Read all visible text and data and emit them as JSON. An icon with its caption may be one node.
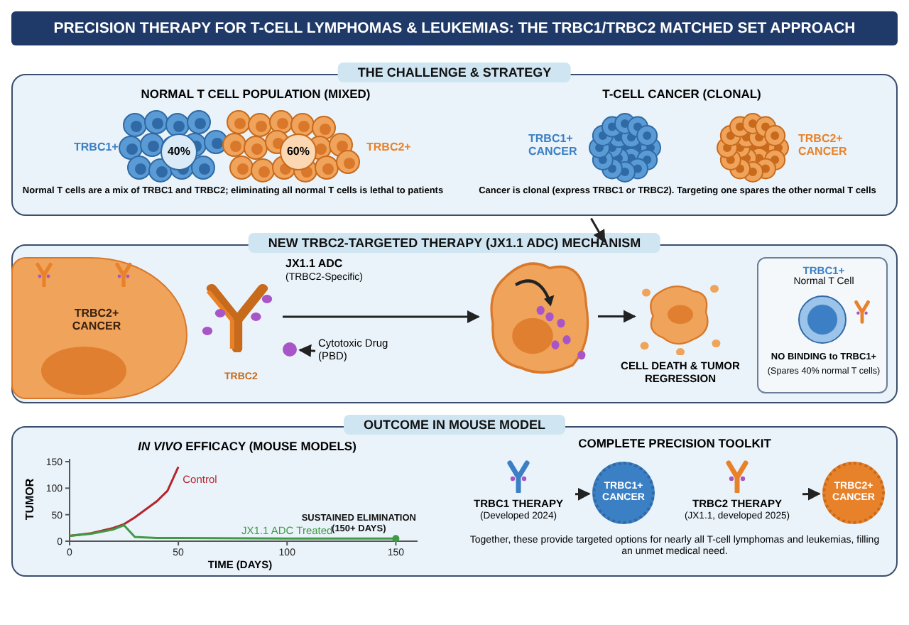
{
  "diagram": {
    "title": "PRECISION THERAPY FOR T-CELL LYMPHOMAS & LEUKEMIAS: THE TRBC1/TRBC2 MATCHED SET APPROACH",
    "nodes": [
      {
        "text": [
          "THE CHALLENGE & STRATEGY"
        ]
      },
      {
        "text": [
          "40%"
        ],
        "in": 0
      },
      {
        "text": [
          "60%"
        ],
        "in": 0
      },
      {
        "text": [
          "NEW TRBC2-TARGETED THERAPY (JX1.1 ADC) MECHANISM"
        ]
      },
      {
        "text": [
          "TRBC2+ CANCER"
        ],
        "in": 3
      },
      {
        "text": [],
        "shape": "picture",
        "in": 3,
        "beside": [
          "JX1.1 ADC",
          "(TRBC2-Specific)"
        ]
      },
      {
        "text": [
          "Cytotoxic Drug (PBD)"
        ],
        "in": 3
      },
      {
        "text": [],
        "shape": "circle",
        "in": 3
      },
      {
        "text": [],
        "shape": "picture",
        "in": 3
      },
      {
        "text": [],
        "shape": "picture",
        "in": 3,
        "beside": [
          "CELL DEATH & TUMOR REGRESSION"
        ]
      },
      {
        "text": [
          "TRBC1+",
          "Normal T Cell",
          "NO BINDING to TRBC1+",
          "(Spares 40% normal T cells)"
        ],
        "in": 3
      },
      {
        "text": [],
        "shape": "circle",
        "in": 10
      },
      {
        "text": [
          "OUTCOME IN MOUSE MODEL"
        ]
      },
      {
        "text": [
          "TRBC1 THERAPY",
          "(Developed 2024)"
        ],
        "in": 12
      },
      {
        "text": [
          "TRBC1+ CANCER"
        ],
        "in": 12
      },
      {
        "text": [
          "TRBC2 THERAPY",
          "(JX1.1, developed 2025)"
        ],
        "in": 12
      },
      {
        "text": [
          "TRBC2+ CANCER"
        ],
        "in": 12
      }
    ],
    "edges": [
      {
        "from": 0,
        "to": 3,
        "arrow": "to"
      },
      {
        "from": 6,
        "to": 7,
        "arrow": "to"
      },
      {
        "from": 5,
        "to": 8,
        "arrow": "to"
      },
      {
        "from": 8,
        "to": 9,
        "arrow": "to"
      },
      {
        "from": 13,
        "to": 14,
        "arrow": "to"
      },
      {
        "from": 15,
        "to": 16,
        "arrow": "to"
      }
    ],
    "labels": [
      "NORMAL T CELL POPULATION (MIXED)",
      "TRBC1+",
      "TRBC2+",
      "Normal T cells are a mix of TRBC1 and TRBC2; eliminating all normal T cells is lethal to patients",
      "T-CELL CANCER (CLONAL)",
      "TRBC1+ CANCER",
      "TRBC2+ CANCER",
      "Cancer is clonal (express TRBC1 or TRBC2). Targeting one spares the other normal T cells",
      "TRBC2",
      "COMPLETE PRECISION TOOLKIT",
      "Together, these provide targeted options for nearly all T-cell lymphomas and leukemias, filling an unmet medical need."
    ],
    "chart_data": {
      "type": "line",
      "title": "*IN VIVO* EFFICACY (MOUSE MODELS)",
      "xlabel": "TIME (DAYS)",
      "ylabel": "TUMOR",
      "x": [
        0,
        10,
        20,
        25,
        30,
        40,
        45,
        50,
        100,
        150
      ],
      "series": [
        {
          "name": "Control",
          "color": "#b3262e",
          "values": [
            10,
            15,
            25,
            32,
            45,
            75,
            95,
            140,
            null,
            null
          ]
        },
        {
          "name": "JX1.1 ADC Treated",
          "color": "#3f9a45",
          "values": [
            10,
            14,
            22,
            30,
            8,
            6,
            6,
            6,
            5,
            5
          ]
        }
      ],
      "xlim": [
        0,
        160
      ],
      "ylim": [
        0,
        150
      ],
      "xticks": [
        0,
        50,
        100,
        150
      ],
      "yticks": [
        0,
        50,
        100,
        150
      ],
      "annotations": [
        "SUSTAINED ELIMINATION",
        "(150+ DAYS)"
      ]
    }
  }
}
